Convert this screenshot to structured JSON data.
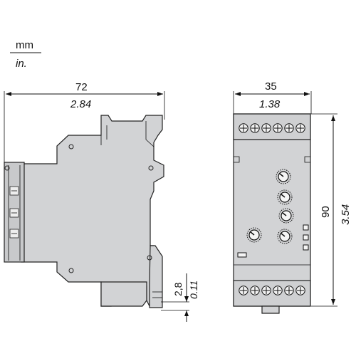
{
  "units": {
    "top": "mm",
    "bottom": "in."
  },
  "side_view": {
    "width_mm": "72",
    "width_in": "2.84",
    "rail_mm": "2,8",
    "rail_in": "0.11"
  },
  "front_view": {
    "width_mm": "35",
    "width_in": "1.38",
    "height_mm": "90",
    "height_in": "3.54",
    "top_terminals": 6,
    "bottom_terminals": 6,
    "dials": 5,
    "leds": 3
  },
  "colors": {
    "body": "#d2d3d5",
    "outline": "#222222"
  }
}
